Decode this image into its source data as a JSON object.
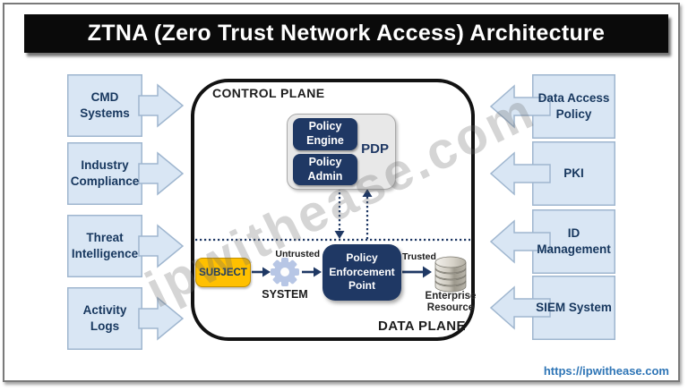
{
  "title": "ZTNA (Zero Trust Network Access) Architecture",
  "left_inputs": [
    {
      "label": "CMD\nSystems"
    },
    {
      "label": "Industry\nCompliance"
    },
    {
      "label": "Threat\nIntelligence"
    },
    {
      "label": "Activity\nLogs"
    }
  ],
  "right_inputs": [
    {
      "label": "Data Access\nPolicy"
    },
    {
      "label": "PKI"
    },
    {
      "label": "ID\nManagement"
    },
    {
      "label": "SIEM System"
    }
  ],
  "plane": {
    "control_plane_label": "CONTROL PLANE",
    "data_plane_label": "DATA PLANE",
    "pdp_label": "PDP",
    "policy_engine": "Policy\nEngine",
    "policy_admin": "Policy\nAdmin",
    "subject": "SUBJECT",
    "system": "SYSTEM",
    "untrusted": "Untrusted",
    "trusted": "Trusted",
    "pep": "Policy\nEnforcement\nPoint",
    "enterprise_resource": "Enterprise\nResource"
  },
  "icons": {
    "system": "gear-icon",
    "enterprise_resource": "database-icon"
  },
  "watermark": "ipwithease.com",
  "footer_link": "https://ipwithease.com",
  "colors": {
    "navy": "#1F3864",
    "subject_yellow": "#FFC000",
    "input_box_blue": "#D9E6F4",
    "input_box_border": "#9FB6CF",
    "link_blue": "#2E75B6",
    "title_bg": "#0A0A0A",
    "pdp_gray": "#E8E8E8"
  }
}
